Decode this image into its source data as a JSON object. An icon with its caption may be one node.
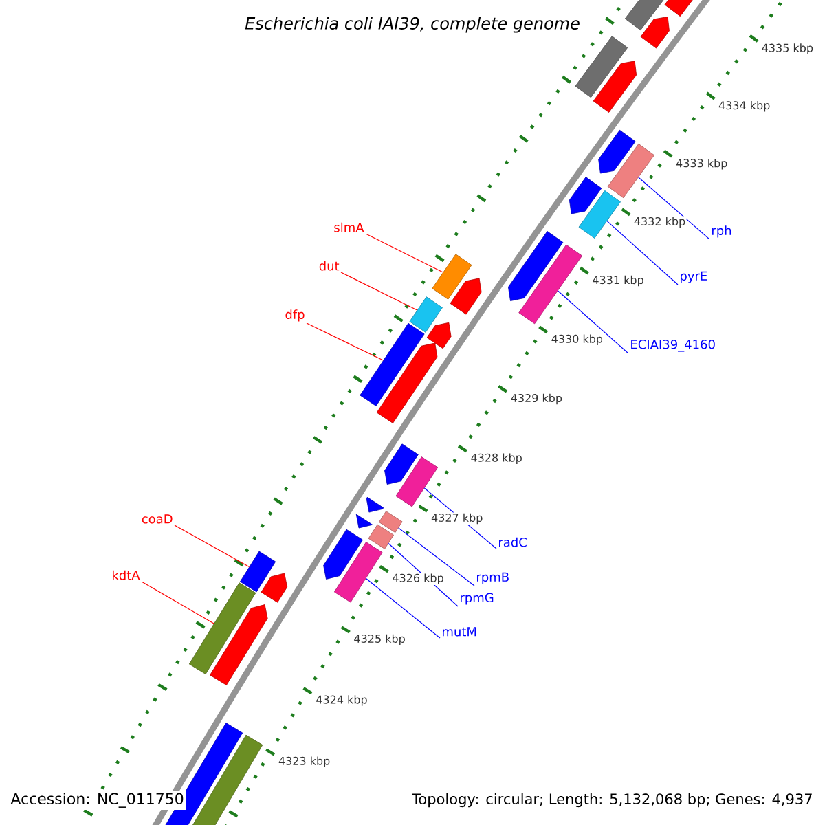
{
  "diagram": {
    "title": "Escherichia coli IAI39, complete genome",
    "nodes": [
      {
        "text": [
          "slmA"
        ]
      },
      {
        "text": [
          "rph"
        ]
      },
      {
        "text": [
          "dut"
        ]
      },
      {
        "text": [
          "pyrE"
        ]
      },
      {
        "text": [
          "dfp"
        ]
      },
      {
        "text": [
          "ECIAI39_4160"
        ]
      },
      {
        "text": [
          "coaD"
        ]
      },
      {
        "text": [
          "radC"
        ]
      },
      {
        "text": [
          "kdtA"
        ]
      },
      {
        "text": [
          "rpmB"
        ]
      },
      {
        "text": [
          "rpmG"
        ]
      },
      {
        "text": [
          "mutM"
        ]
      },
      {
        "text": [],
        "shape": "bar"
      },
      {
        "text": [],
        "shape": "bar"
      },
      {
        "text": [],
        "shape": "bar"
      },
      {
        "text": [],
        "shape": "bar"
      },
      {
        "text": [],
        "shape": "bar"
      },
      {
        "text": [],
        "shape": "bar"
      },
      {
        "text": [],
        "shape": "bar"
      },
      {
        "text": [],
        "shape": "bar"
      },
      {
        "text": [],
        "shape": "bar"
      },
      {
        "text": [],
        "shape": "bar"
      },
      {
        "text": [],
        "shape": "bar"
      },
      {
        "text": [],
        "shape": "bar"
      }
    ],
    "edges": [
      {
        "from": 0,
        "to": 15,
        "arrow": "none",
        "color": "#ff0000"
      },
      {
        "from": 1,
        "to": 12,
        "arrow": "none"
      },
      {
        "from": 2,
        "to": 16,
        "arrow": "none",
        "color": "#ff0000"
      },
      {
        "from": 3,
        "to": 13,
        "arrow": "none"
      },
      {
        "from": 4,
        "to": 17,
        "arrow": "none",
        "color": "#ff0000"
      },
      {
        "from": 5,
        "to": 14,
        "arrow": "none"
      },
      {
        "from": 6,
        "to": 22,
        "arrow": "none",
        "color": "#ff0000"
      },
      {
        "from": 7,
        "to": 18,
        "arrow": "none"
      },
      {
        "from": 8,
        "to": 23,
        "arrow": "none",
        "color": "#ff0000"
      },
      {
        "from": 9,
        "to": 19,
        "arrow": "none"
      },
      {
        "from": 10,
        "to": 20,
        "arrow": "none"
      },
      {
        "from": 11,
        "to": 21,
        "arrow": "none"
      }
    ],
    "labels": [
      "4335 kbp",
      "4334 kbp",
      "4333 kbp",
      "4332 kbp",
      "4331 kbp",
      "4330 kbp",
      "4329 kbp",
      "4328 kbp",
      "4327 kbp",
      "4326 kbp",
      "4325 kbp",
      "4324 kbp",
      "4323 kbp",
      "Accession: NC_011750",
      "Topology: circular; Length: 5,132,068 bp; Genes: 4,937"
    ]
  }
}
